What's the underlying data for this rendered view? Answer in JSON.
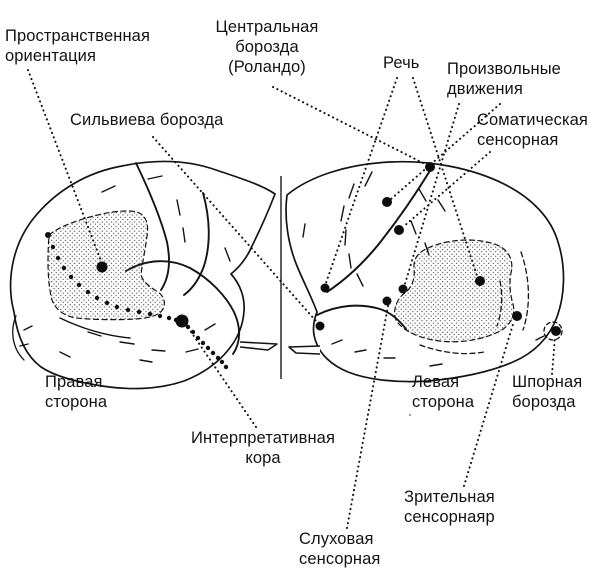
{
  "figure": {
    "background": "#ffffff",
    "ink": "#131313",
    "title_context": "Функциональные зоны коры больших полушарий",
    "labels": {
      "spatial": {
        "text": "Пространственная\nориентация"
      },
      "central": {
        "text": "Центральная\nборозда\n(Роландо)"
      },
      "speech": {
        "text": "Речь"
      },
      "voluntary": {
        "text": "Произвольные\nдвижения"
      },
      "somatic": {
        "text": "Соматическая\nсенсорная"
      },
      "sylvian": {
        "text": "Сильвиева борозда"
      },
      "right_side": {
        "text": "Правая\nсторона"
      },
      "left_side": {
        "text": "Левая\nсторона"
      },
      "calcarine": {
        "text": "Шпорная\nборозда"
      },
      "interpretive": {
        "text": "Интерпретативная\nкора"
      },
      "visual": {
        "text": "Зрительная\nсенсорнаяр"
      },
      "auditory": {
        "text": "Слуховая\nсенсорная"
      }
    }
  }
}
